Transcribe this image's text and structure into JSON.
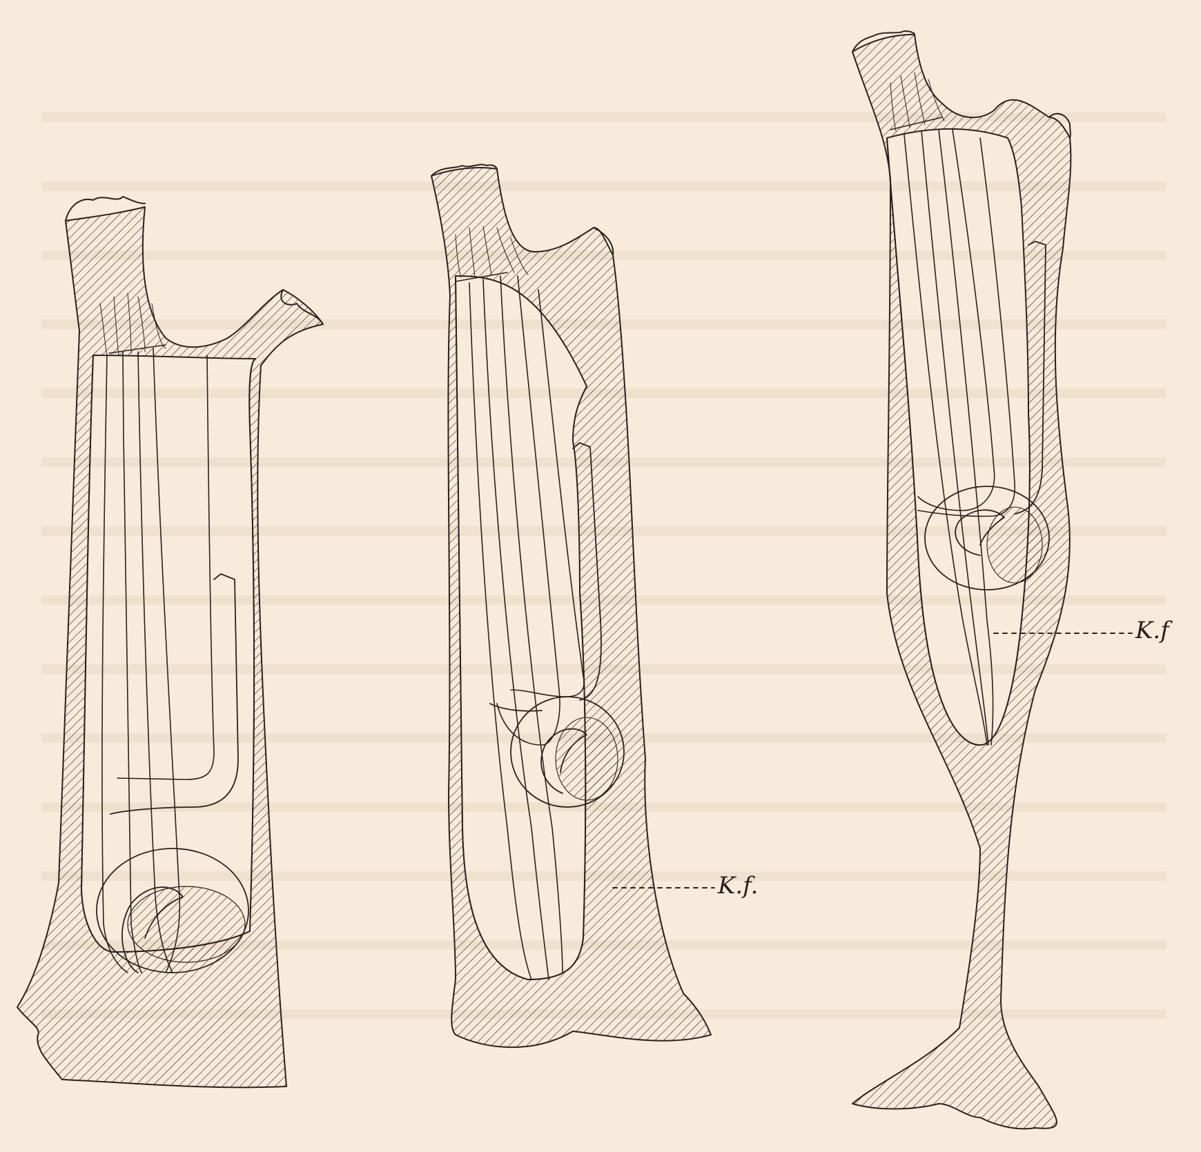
{
  "colors": {
    "paper": "#f9ebdb",
    "ink": "#2a211c",
    "ghost_text": "#e7d6c3"
  },
  "figure": {
    "drawings": [
      {
        "name": "cell-left"
      },
      {
        "name": "cell-middle",
        "label": "K.f."
      },
      {
        "name": "cell-right",
        "label": "K.f"
      }
    ]
  }
}
